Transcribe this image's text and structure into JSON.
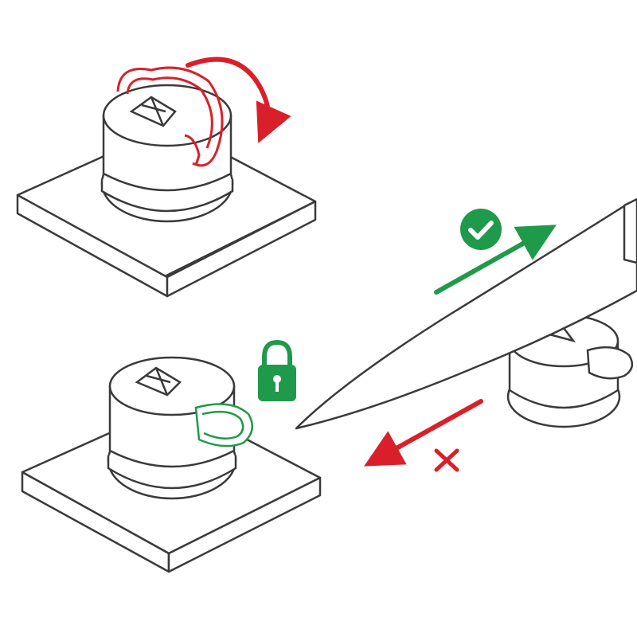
{
  "diagram": {
    "step1": {
      "label": "",
      "action": "lever-rotate",
      "icon": "rotate-arrow-icon"
    },
    "step2": {
      "label": "",
      "action": "lever-locked",
      "icon": "padlock-icon"
    },
    "step3": {
      "correct": {
        "label": "",
        "icon": "check-icon",
        "direction": "pull-toward-handle"
      },
      "wrong": {
        "label": "",
        "icon": "cross-icon",
        "direction": "push-toward-tip"
      }
    }
  },
  "colors": {
    "outline": "#3a3a3a",
    "fill": "#ffffff",
    "red": "#d9202a",
    "green": "#1f9a4b"
  }
}
